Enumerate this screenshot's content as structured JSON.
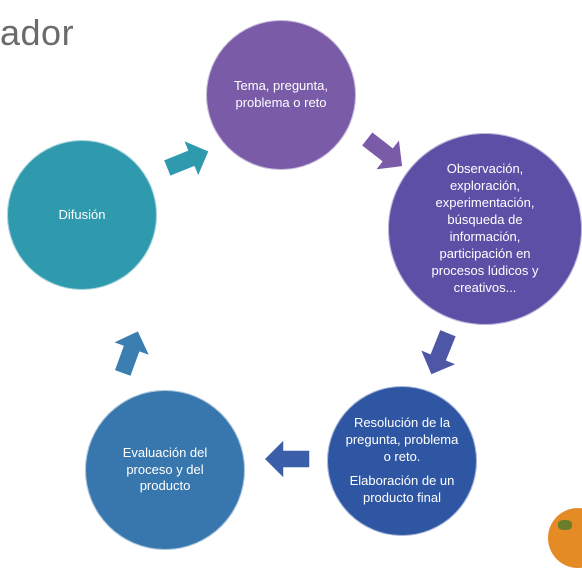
{
  "title_fragment": "ador",
  "nodes": {
    "n1": "Tema, pregunta, problema o reto",
    "n2": "Observación, exploración, experimentación, búsqueda de información, participación en procesos lúdicos y creativos...",
    "n3_a": "Resolución de la pregunta, problema o reto.",
    "n3_b": "Elaboración de un producto final",
    "n4": "Evaluación del proceso y del producto",
    "n5": "Difusión"
  },
  "colors": {
    "n1": "#7a5ba8",
    "n2": "#5d4ea6",
    "n3": "#2f56a3",
    "n4": "#3877ad",
    "n5": "#2f9aad"
  },
  "icons": {
    "arrow": "block-arrow-icon",
    "logo": "logo-icon"
  }
}
